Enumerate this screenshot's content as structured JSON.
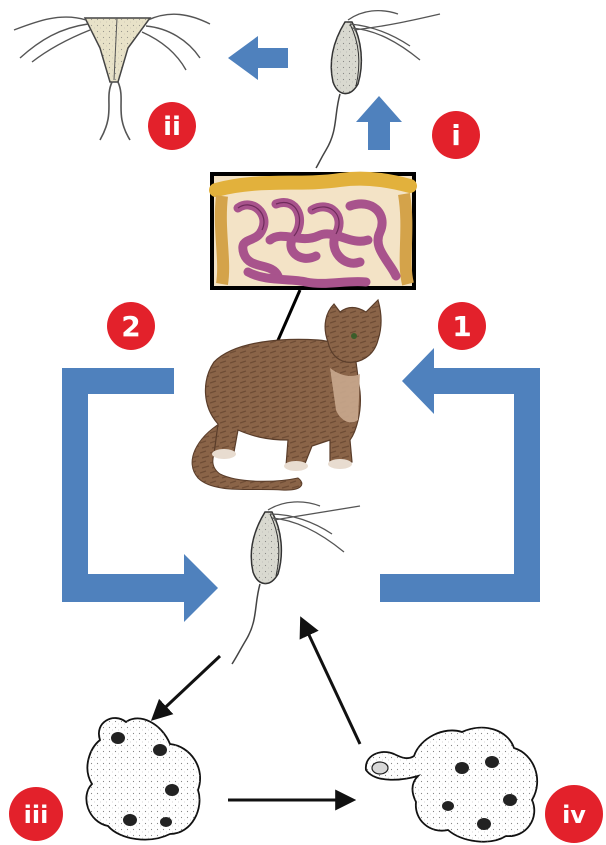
{
  "colors": {
    "badge_red": "#e3212b",
    "badge_text": "#ffffff",
    "cycle_arrow_blue": "#4f81bd",
    "arrow_black": "#111111",
    "background": "#ffffff"
  },
  "markers": {
    "step_1": "1",
    "step_2": "2",
    "stage_i": "i",
    "stage_ii": "ii",
    "stage_iii": "iii",
    "stage_iv": "iv"
  },
  "illustrations": {
    "host": "cat-icon",
    "organ_inset": "intestine-icon",
    "flagellate_forms": "trophozoite-icon",
    "rounded_form": "pseudocyst-icon",
    "ameboid_forms": "amoeboid-form-icon"
  }
}
